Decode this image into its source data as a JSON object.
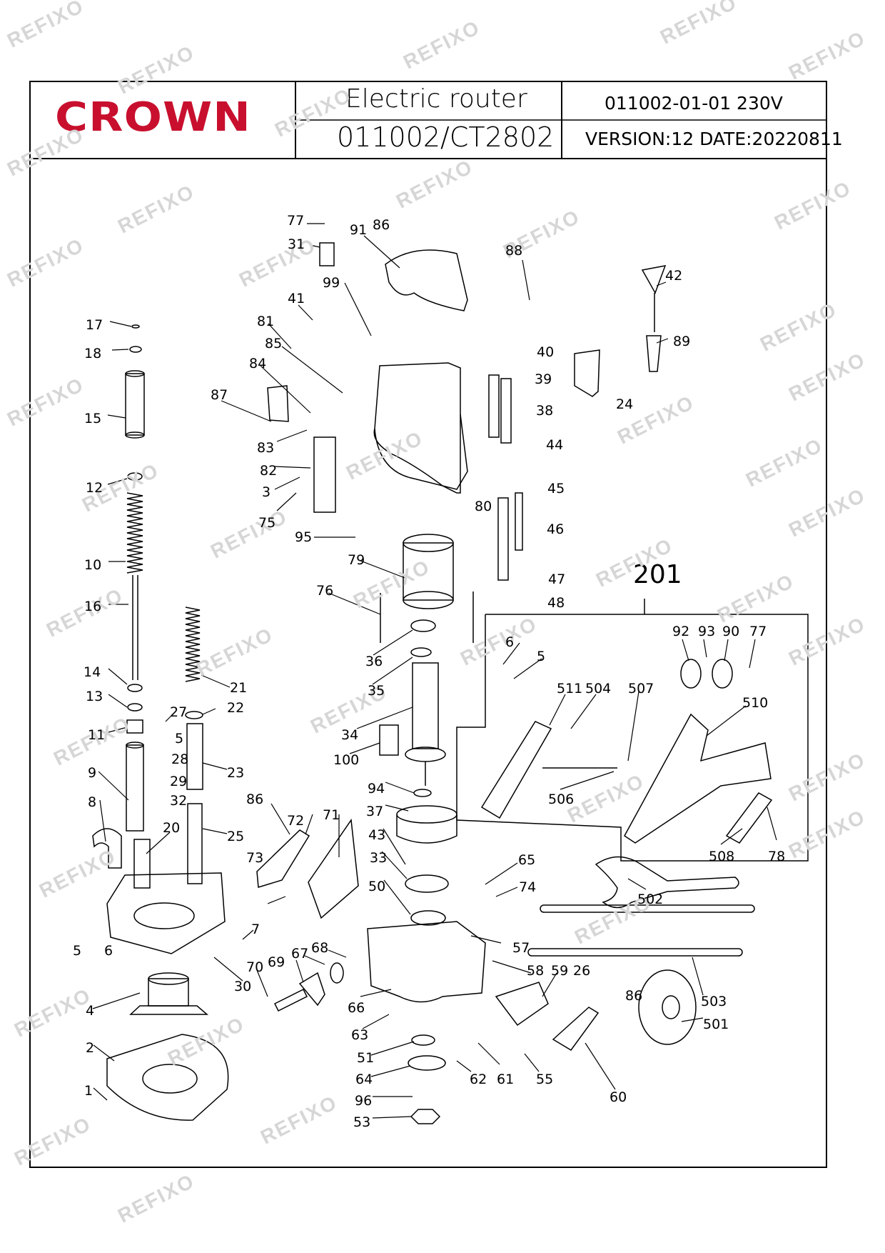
{
  "header": {
    "brand": "CROWN",
    "title": "Electric  router",
    "model": "011002/CT2802",
    "code": "011002-01-01  230V",
    "version": "VERSION:12  DATE:20220811"
  },
  "watermark": "REFIXO",
  "group_label": "201",
  "colors": {
    "brand_red": "#c8102e",
    "line": "#000000",
    "watermark": "#d6d6d6"
  },
  "part_labels": [
    "77",
    "31",
    "91",
    "86",
    "88",
    "99",
    "42",
    "41",
    "81",
    "85",
    "40",
    "89",
    "39",
    "24",
    "84",
    "87",
    "38",
    "83",
    "44",
    "82",
    "45",
    "3",
    "75",
    "80",
    "46",
    "95",
    "79",
    "47",
    "76",
    "48",
    "36",
    "35",
    "34",
    "100",
    "94",
    "37",
    "43",
    "33",
    "50",
    "65",
    "74",
    "57",
    "58",
    "59",
    "26",
    "86",
    "66",
    "63",
    "51",
    "64",
    "96",
    "53",
    "62",
    "61",
    "55",
    "60",
    "503",
    "501",
    "502",
    "17",
    "18",
    "15",
    "12",
    "10",
    "16",
    "14",
    "13",
    "11",
    "9",
    "8",
    "21",
    "27",
    "22",
    "5",
    "28",
    "29",
    "32",
    "23",
    "25",
    "20",
    "86",
    "72",
    "71",
    "73",
    "7",
    "30",
    "5",
    "6",
    "4",
    "2",
    "1",
    "70",
    "69",
    "67",
    "68",
    "6",
    "5",
    "92",
    "93",
    "90",
    "77",
    "511",
    "504",
    "507",
    "510",
    "506",
    "508",
    "78"
  ]
}
